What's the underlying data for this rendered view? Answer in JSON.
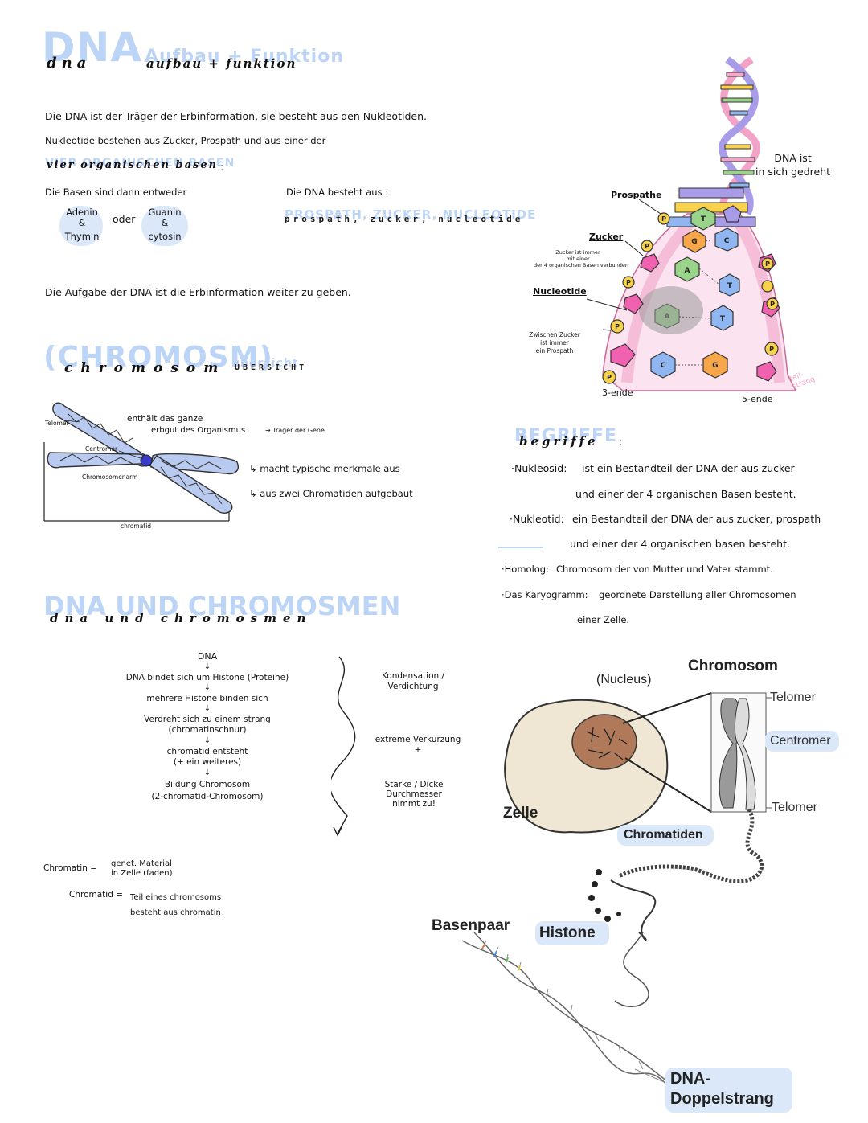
{
  "colors": {
    "heading_blue": "#bcd4f5",
    "highlight_blue": "#dbe8f9",
    "pink": "#f4a3c8",
    "yellow": "#f7d24a",
    "purple": "#a89be8"
  },
  "dna_section": {
    "heading_big": "DNA",
    "heading_script": "dna",
    "heading_blue_sub": "Aufbau + Funktion",
    "heading_script_sub": "aufbau + funktion",
    "line1": "Die DNA ist der Träger der Erbinformation, sie besteht aus den Nukleotiden.",
    "line2": "Nukleotide bestehen aus Zucker, Prospath und aus einer der",
    "line3_blue": "VIER ORGANISCHEN BASEN",
    "line3_script": "vier organischen basen",
    "line3_colon": ":",
    "bases_intro": "Die Basen sind dann entweder",
    "pair1_top": "Adenin",
    "pair1_mid": "&",
    "pair1_bot": "Thymin",
    "oder": "oder",
    "pair2_top": "Guanin",
    "pair2_mid": "&",
    "pair2_bot": "cytosin",
    "composition_intro": "Die DNA besteht aus :",
    "composition_blue": "PROSPATH, ZUCKER, NUCLEOTIDE",
    "composition_spaced": "prospath, zucker, nucleotide",
    "task": "Die Aufgabe der DNA ist die Erbinformation weiter zu geben."
  },
  "dna_diagram": {
    "twist_label": "DNA ist\nin sich gedreht",
    "prospathe": "Prospathe",
    "zucker": "Zucker",
    "zucker_note": "Zucker ist immer\nmit einer\nder 4 organischen Basen verbunden",
    "nucleotide": "Nucleotide",
    "between_note": "Zwischen Zucker\nist immer\nein Prospath",
    "end3": "3-ende",
    "end5": "5-ende",
    "strand": "teil-\nstrang",
    "bases": [
      "T",
      "G",
      "C",
      "A",
      "T",
      "A",
      "T",
      "C",
      "G"
    ],
    "phosphate": "P"
  },
  "chromosome_overview": {
    "heading_big": "(CHROMOSM)",
    "heading_script": "chromosom",
    "heading_blue_sub": "übersicht",
    "heading_spaced": "ÜBERSICHT",
    "telomer": "Telomer",
    "centromer": "Centromer",
    "arm": "Chromosomenarm",
    "chromatid": "chromatid",
    "note1": "enthält das ganze",
    "note1b": "erbgut des Organismus",
    "note1c": "→ Träger der Gene",
    "note2": "↳ macht typische merkmale aus",
    "note3": "↳ aus zwei Chromatiden aufgebaut"
  },
  "terms": {
    "heading_blue": "BEGRIFFE",
    "heading_script": "begriffe",
    "colon": ":",
    "items": [
      {
        "term": "·Nukleosid:",
        "text": "ist ein Bestandteil der DNA der aus zucker",
        "cont": "und einer der 4 organischen Basen besteht."
      },
      {
        "term": "·Nukleotid:",
        "text": "ein Bestandteil der DNA der aus zucker, prospath",
        "cont": "und einer der 4 organischen basen besteht."
      },
      {
        "term": "·Homolog:",
        "text": "Chromosom der von Mutter und Vater stammt.",
        "cont": ""
      },
      {
        "term": "·Das Karyogramm:",
        "text": "geordnete Darstellung aller Chromosomen",
        "cont": "einer Zelle."
      }
    ]
  },
  "dna_chromosomes": {
    "heading_big": "DNA UND CHROMOSMEN",
    "heading_script": "dna und chromosmen",
    "flow": [
      "DNA",
      "DNA bindet sich um Histone (Proteine)",
      "mehrere Histone binden sich",
      "Verdreht sich zu einem strang\n(chromatinschnur)",
      "chromatid entsteht\n(+ ein weiteres)",
      "Bildung Chromosom\n(2-chromatid-Chromosom)"
    ],
    "arrow": "↓",
    "side1": "Kondensation /\nVerdichtung",
    "side2": "extreme Verkürzung\n+",
    "side3": "Stärke / Dicke\nDurchmesser\nnimmt zu!",
    "chromatin_label": "Chromatin =",
    "chromatin_def": "genet. Material\nin Zelle (faden)",
    "chromatid_label": "Chromatid =",
    "chromatid_def": "Teil eines chromosoms\nbesteht aus chromatin"
  },
  "cell_figure": {
    "chromosom": "Chromosom",
    "nucleus": "(Nucleus)",
    "telomer_top": "Telomer",
    "centromer": "Centromer",
    "telomer_bottom": "Telomer",
    "zelle": "Zelle",
    "chromatiden": "Chromatiden",
    "basenpaar": "Basenpaar",
    "histone": "Histone",
    "dna_double": "DNA-\nDoppelstrang"
  }
}
